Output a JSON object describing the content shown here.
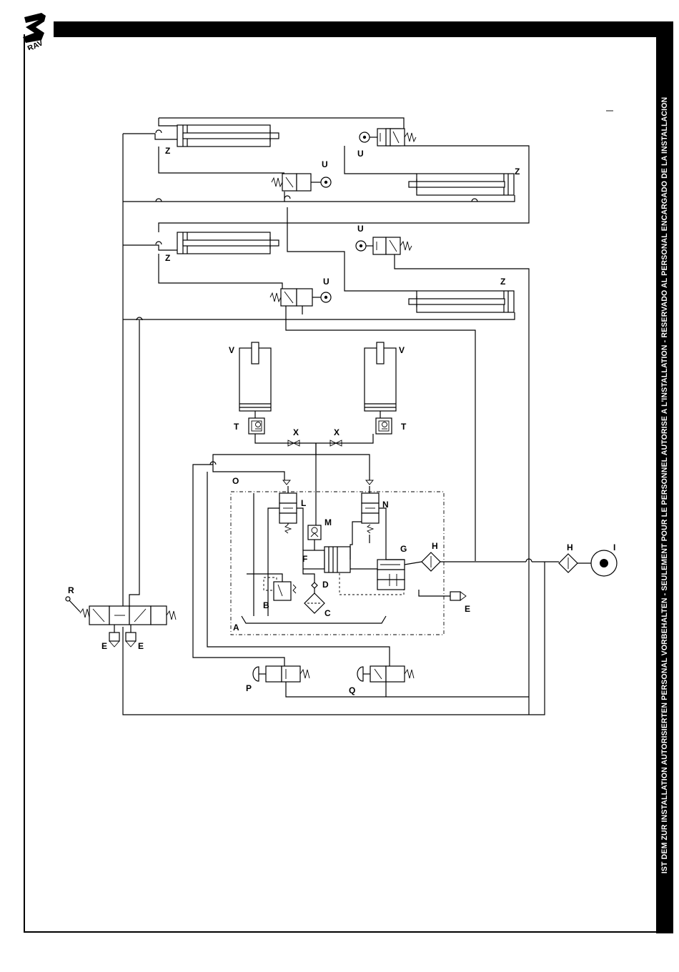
{
  "header": {
    "side_notice": "IST DEM ZUR INSTALLATION AUTORISIERTEN PERSONAL VORBEHALTEN - SEULEMENT POUR LE PERSONNEL AUTORISE A L'INSTALLATION - RESERVADO AL PERSONAL ENCARGADO DE LA INSTALLACION",
    "logo_text": "RAV"
  },
  "labels": {
    "Z": "Z",
    "U": "U",
    "V": "V",
    "T": "T",
    "X": "X",
    "O": "O",
    "L": "L",
    "N": "N",
    "M": "M",
    "F": "F",
    "G": "G",
    "H": "H",
    "I": "I",
    "D": "D",
    "B": "B",
    "C": "C",
    "E": "E",
    "A": "A",
    "R": "R",
    "P": "P",
    "Q": "Q"
  },
  "colors": {
    "ink": "#000000",
    "paper": "#ffffff"
  }
}
